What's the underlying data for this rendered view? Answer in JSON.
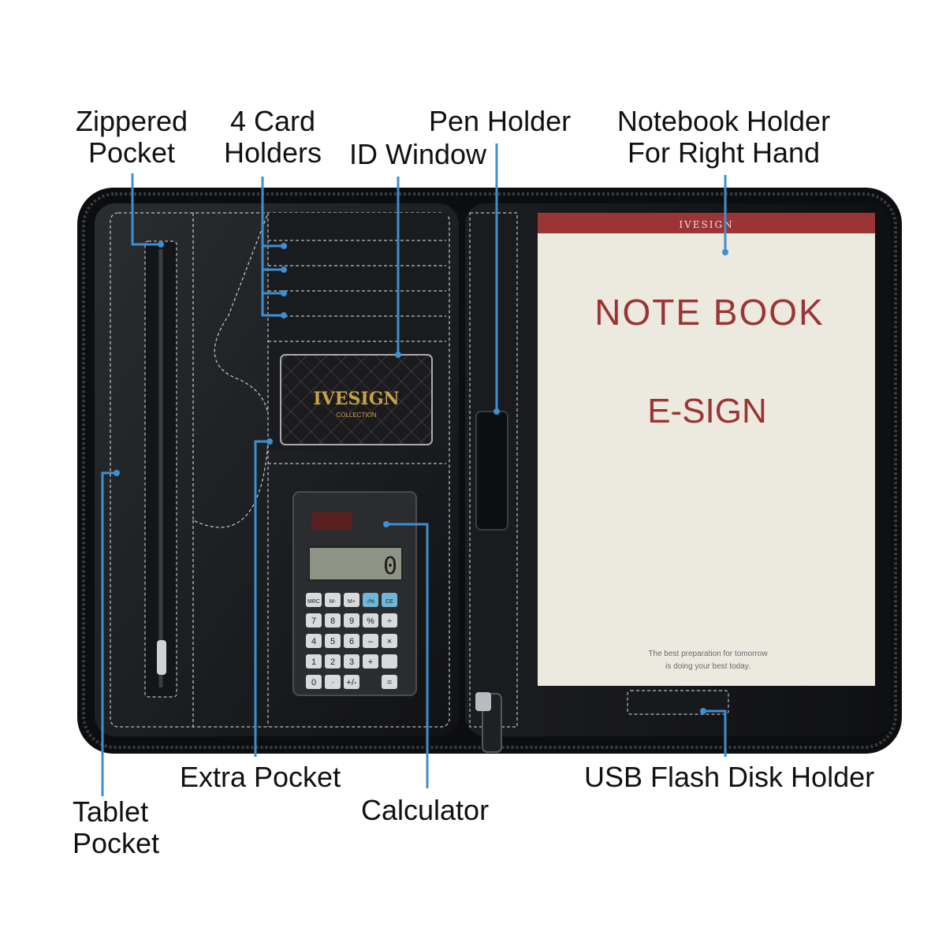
{
  "callouts": {
    "zippered_pocket": [
      "Zippered",
      "Pocket"
    ],
    "card_holders": [
      "4 Card",
      "Holders"
    ],
    "id_window": "ID Window",
    "pen_holder": "Pen Holder",
    "notebook_holder": [
      "Notebook Holder",
      "For Right Hand"
    ],
    "tablet_pocket": [
      "Tablet",
      "Pocket"
    ],
    "extra_pocket": "Extra Pocket",
    "calculator": "Calculator",
    "usb_holder": "USB Flash Disk Holder"
  },
  "id_window_card": {
    "brand": "IVESIGN",
    "sub": "COLLECTION"
  },
  "notebook": {
    "header": "IVESIGN",
    "title": "NOTE BOOK",
    "logo": "E-SIGN",
    "tagline_1": "The best preparation for tomorrow",
    "tagline_2": "is doing your best today."
  },
  "calculator_device": {
    "display": "0",
    "keys": [
      [
        "MRC",
        "M-",
        "M+",
        "√%",
        "CE"
      ],
      [
        "7",
        "8",
        "9",
        "%",
        "÷"
      ],
      [
        "4",
        "5",
        "6",
        "–",
        "×"
      ],
      [
        "1",
        "2",
        "3",
        "+",
        ""
      ],
      [
        "0",
        "·",
        "+/-",
        "",
        "="
      ]
    ]
  },
  "colors": {
    "callout": "#3d8fd1",
    "leather": "#17181b",
    "stitch": "#c9ccd2",
    "notebook_red": "#9b3434",
    "notebook_paper": "#ece9df"
  }
}
